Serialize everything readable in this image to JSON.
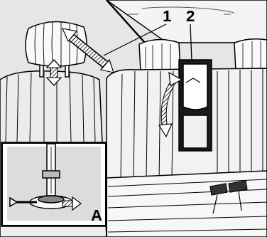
{
  "diagram": {
    "nodes": [
      {
        "text": [
          "A"
        ]
      }
    ],
    "labels": [
      "1",
      "2"
    ]
  }
}
